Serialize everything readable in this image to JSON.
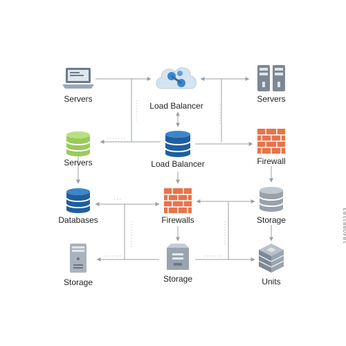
{
  "nodes": {
    "laptop_servers": {
      "label": "Servers",
      "icon": "laptop-icon"
    },
    "cloud_load_balancer": {
      "label": "Load Balancer",
      "icon": "cloud-network-icon"
    },
    "rack_servers": {
      "label": "Servers",
      "icon": "server-rack-icon"
    },
    "green_db_servers": {
      "label": "Servers",
      "icon": "database-icon"
    },
    "blue_db_load_balancer": {
      "label": "Load Balancer",
      "icon": "database-icon"
    },
    "firewall_top": {
      "label": "Firewall",
      "icon": "brick-wall-icon"
    },
    "databases": {
      "label": "Databases",
      "icon": "database-icon"
    },
    "firewalls_center": {
      "label": "Firewalls",
      "icon": "brick-wall-icon"
    },
    "storage_gray_db": {
      "label": "Storage",
      "icon": "database-icon"
    },
    "storage_tower": {
      "label": "Storage",
      "icon": "server-tower-icon"
    },
    "storage_appliance": {
      "label": "Storage",
      "icon": "storage-appliance-icon"
    },
    "units": {
      "label": "Units",
      "icon": "stacked-cubes-icon"
    }
  },
  "watermark": {
    "text": "1840881183"
  },
  "colors": {
    "line": "#9aa0a6",
    "brick": "#e8744a",
    "green_db": "#9acb5a",
    "blue_db": "#1f5f9e",
    "gray_db": "#9aa1aa",
    "cloud": "#d6e4ef"
  }
}
